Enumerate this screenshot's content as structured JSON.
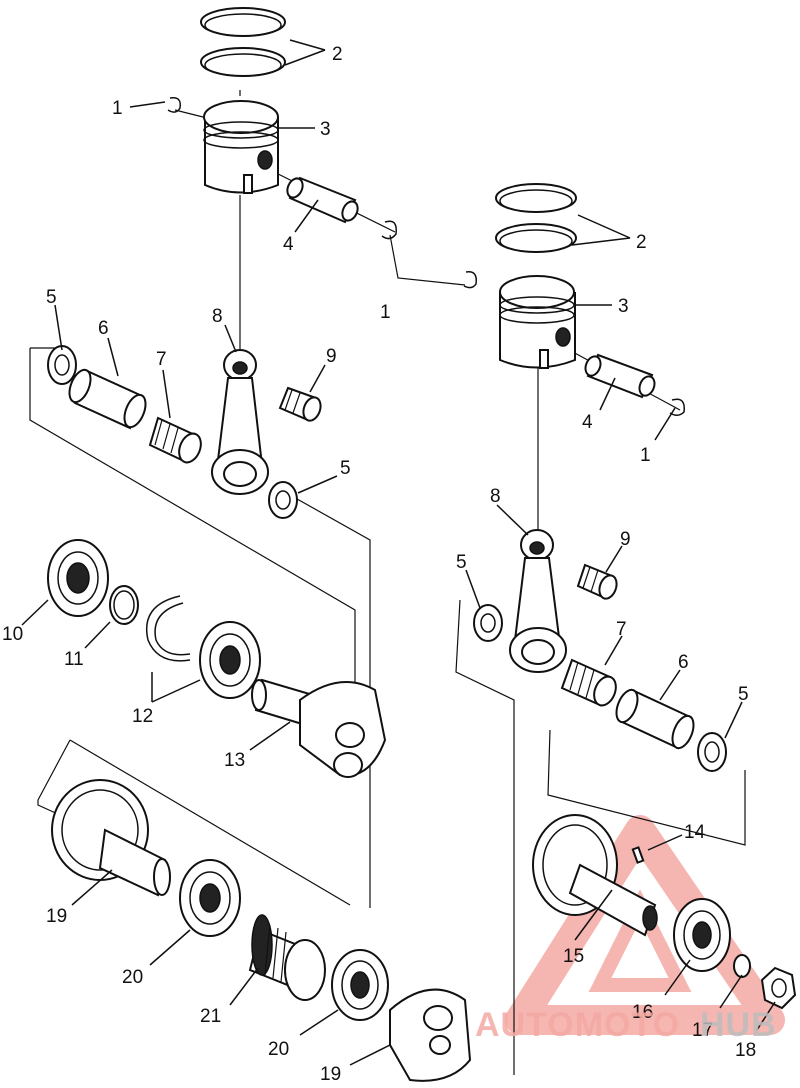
{
  "watermark": {
    "text_part1": "AUTOMOTO",
    "text_part2": "HUB",
    "color_primary": "#f4a9a3",
    "color_secondary": "#bdbdbd"
  },
  "callouts": [
    "1",
    "2",
    "3",
    "4",
    "5",
    "6",
    "7",
    "8",
    "9",
    "10",
    "11",
    "12",
    "13",
    "14",
    "15",
    "16",
    "17",
    "18",
    "19",
    "20",
    "21"
  ]
}
